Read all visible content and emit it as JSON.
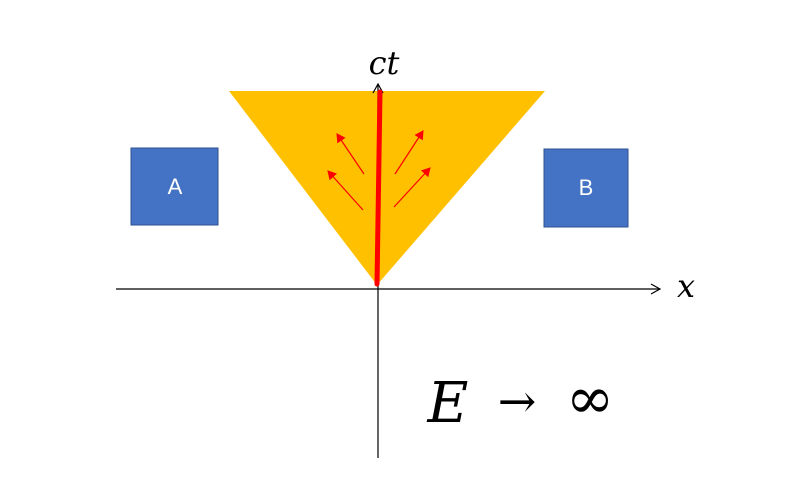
{
  "axes": {
    "vertical_label": "ct",
    "horizontal_label": "x"
  },
  "boxes": {
    "left_label": "A",
    "right_label": "B"
  },
  "equation": {
    "lhs": "E",
    "arrow": "→",
    "rhs": "∞"
  },
  "colors": {
    "light_cone": "#FFC000",
    "worldline": "#FF0000",
    "arrows": "#FF0000",
    "box_fill": "#4472C4",
    "box_stroke": "#2F528F",
    "axis": "#000000",
    "box_text": "#FFFFFF"
  },
  "arrow_count": 4
}
